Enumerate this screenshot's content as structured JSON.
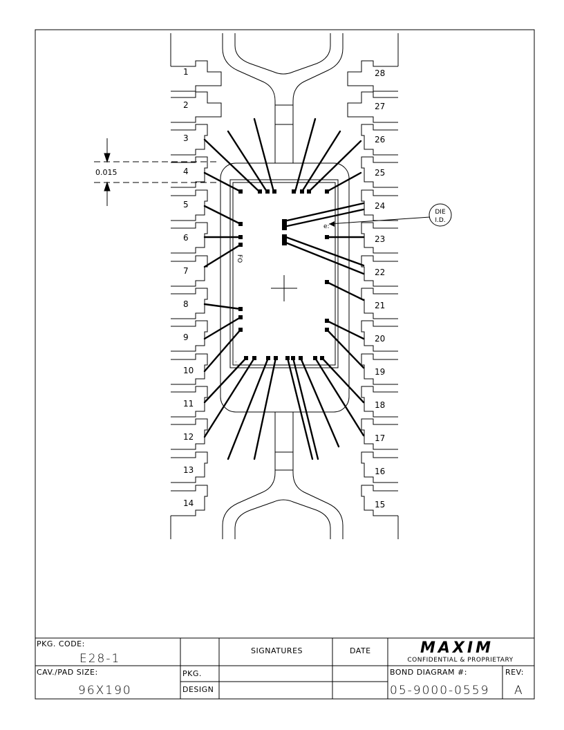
{
  "diagram": {
    "pins_left": [
      "1",
      "2",
      "3",
      "4",
      "5",
      "6",
      "7",
      "8",
      "9",
      "10",
      "11",
      "12",
      "13",
      "14"
    ],
    "pins_right": [
      "28",
      "27",
      "26",
      "25",
      "24",
      "23",
      "22",
      "21",
      "20",
      "19",
      "18",
      "17",
      "16",
      "15"
    ],
    "dimension_label": "0.015",
    "die_id_label_line1": "DIE",
    "die_id_label_line2": "I.D.",
    "die_mark": "FO"
  },
  "title_block": {
    "pkg_code_label": "PKG. CODE:",
    "pkg_code_value": "E28-1",
    "cav_pad_label": "CAV./PAD SIZE:",
    "cav_pad_value": "96X190",
    "signatures_label": "SIGNATURES",
    "date_label": "DATE",
    "pkg_row_label": "PKG.",
    "design_row_label": "DESIGN",
    "logo_text": "MAXIM",
    "confidential_label": "CONFIDENTIAL & PROPRIETARY",
    "bond_diagram_label": "BOND DIAGRAM #:",
    "bond_diagram_value": "05-9000-0559",
    "rev_label": "REV:",
    "rev_value": "A"
  }
}
